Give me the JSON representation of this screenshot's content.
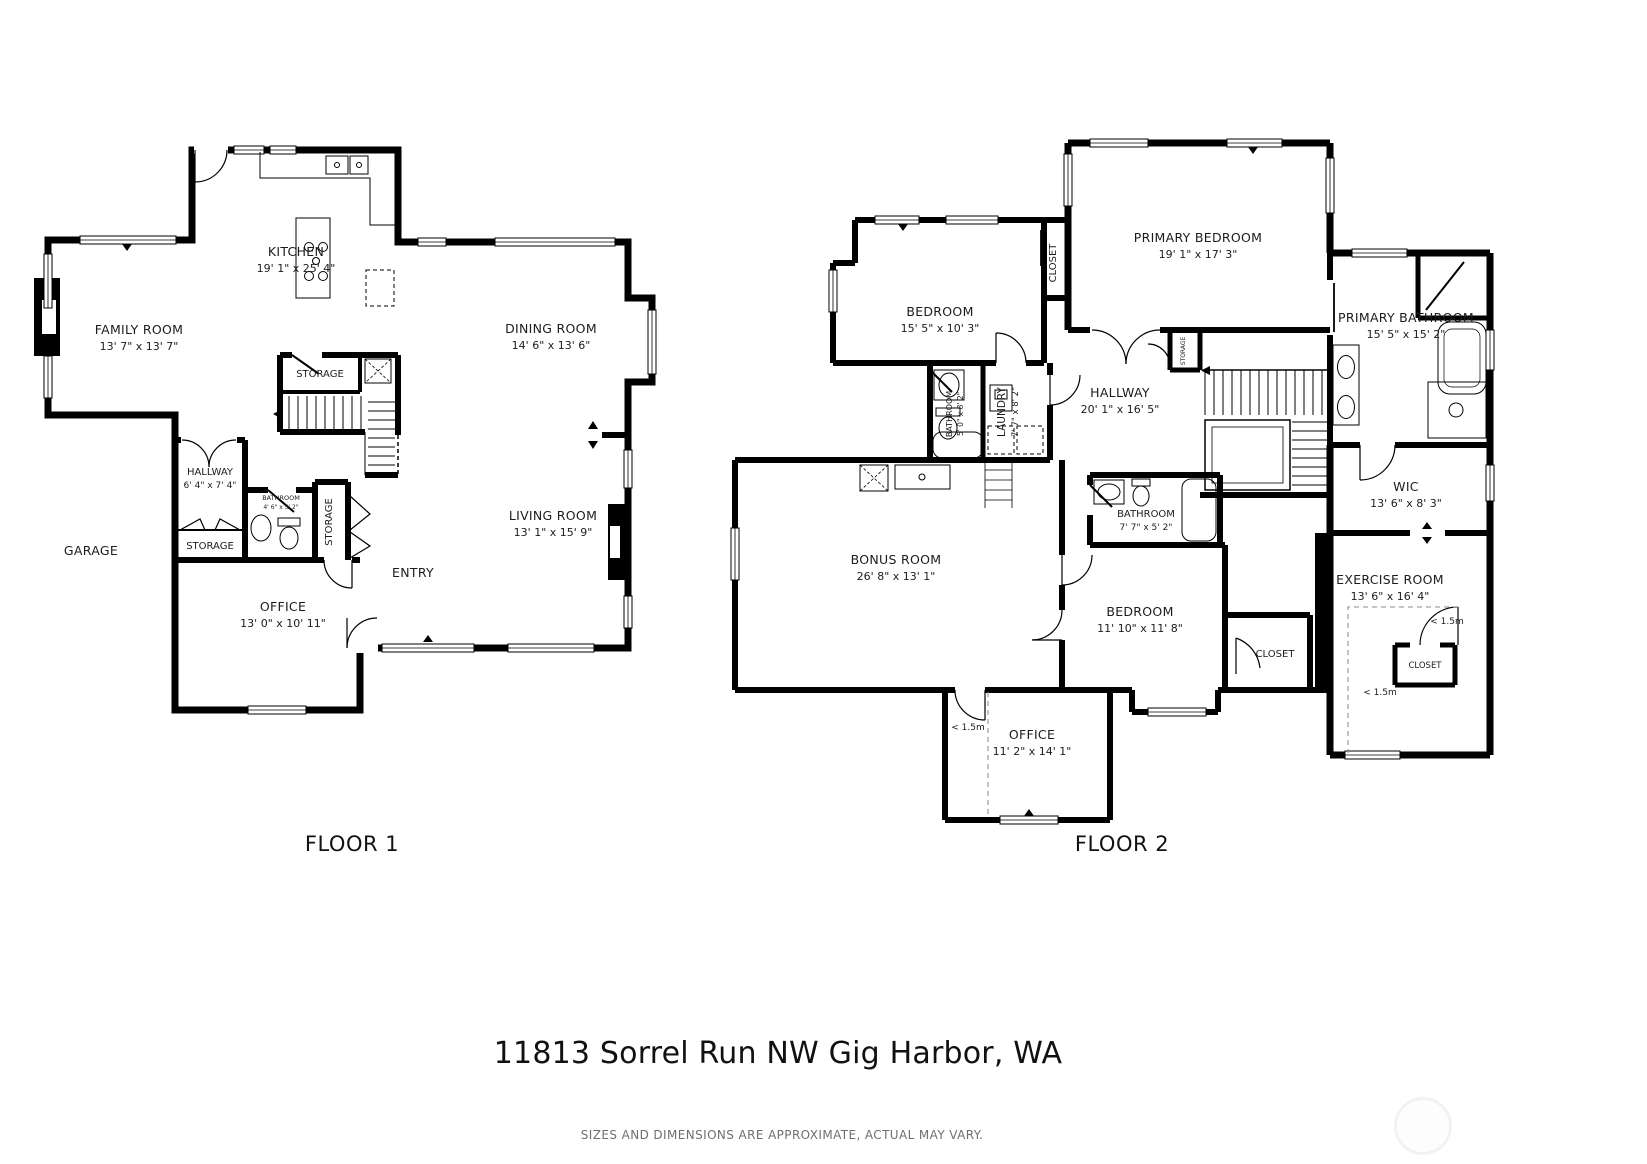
{
  "page": {
    "address": "11813 Sorrel Run NW Gig Harbor, WA",
    "disclaimer": "SIZES AND DIMENSIONS ARE APPROXIMATE, ACTUAL MAY VARY.",
    "background_color": "#ffffff",
    "wall_color": "#000000",
    "text_color": "#1c1c1c",
    "muted_text_color": "#6f6f6f"
  },
  "floor1": {
    "title": "FLOOR 1",
    "rooms": {
      "kitchen": {
        "name": "KITCHEN",
        "dims": "19' 1\" x 25' 4\""
      },
      "family_room": {
        "name": "FAMILY ROOM",
        "dims": "13' 7\" x 13' 7\""
      },
      "dining_room": {
        "name": "DINING ROOM",
        "dims": "14' 6\" x 13' 6\""
      },
      "living_room": {
        "name": "LIVING ROOM",
        "dims": "13' 1\" x 15' 9\""
      },
      "hallway": {
        "name": "HALLWAY",
        "dims": "6' 4\" x 7' 4\""
      },
      "bathroom": {
        "name": "BATHROOM",
        "dims": "4' 6\" x 5' 2\""
      },
      "office": {
        "name": "OFFICE",
        "dims": "13' 0\" x 10' 11\""
      },
      "storage_stair": {
        "name": "STORAGE"
      },
      "storage_hall": {
        "name": "STORAGE"
      },
      "storage_entry": {
        "name": "STORAGE"
      },
      "garage": {
        "name": "GARAGE"
      },
      "entry": {
        "name": "ENTRY"
      }
    }
  },
  "floor2": {
    "title": "FLOOR 2",
    "rooms": {
      "primary_bedroom": {
        "name": "PRIMARY BEDROOM",
        "dims": "19' 1\" x 17' 3\""
      },
      "bedroom_top": {
        "name": "BEDROOM",
        "dims": "15' 5\" x 10' 3\""
      },
      "closet_primary": {
        "name": "CLOSET"
      },
      "primary_bathroom": {
        "name": "PRIMARY BATHROOM",
        "dims": "15' 5\" x 15' 2\""
      },
      "hallway": {
        "name": "HALLWAY",
        "dims": "20' 1\" x 16' 5\""
      },
      "bathroom_small": {
        "name": "BATHROOM",
        "dims": "5' 0\" x 8' 2\""
      },
      "laundry": {
        "name": "LAUNDRY",
        "dims": "7' 7\" x 8' 2\""
      },
      "storage": {
        "name": "STORAGE"
      },
      "bonus_room": {
        "name": "BONUS ROOM",
        "dims": "26' 8\" x 13' 1\""
      },
      "bathroom_mid": {
        "name": "BATHROOM",
        "dims": "7' 7\" x 5' 2\""
      },
      "bedroom_mid": {
        "name": "BEDROOM",
        "dims": "11' 10\" x 11' 8\""
      },
      "wic": {
        "name": "WIC",
        "dims": "13' 6\" x 8' 3\""
      },
      "exercise_room": {
        "name": "EXERCISE ROOM",
        "dims": "13' 6\" x 16' 4\""
      },
      "closet_bedroom": {
        "name": "CLOSET"
      },
      "closet_exercise": {
        "name": "CLOSET"
      },
      "office": {
        "name": "OFFICE",
        "dims": "11' 2\" x 14' 1\""
      }
    },
    "low_clearance_label": "< 1.5m"
  }
}
